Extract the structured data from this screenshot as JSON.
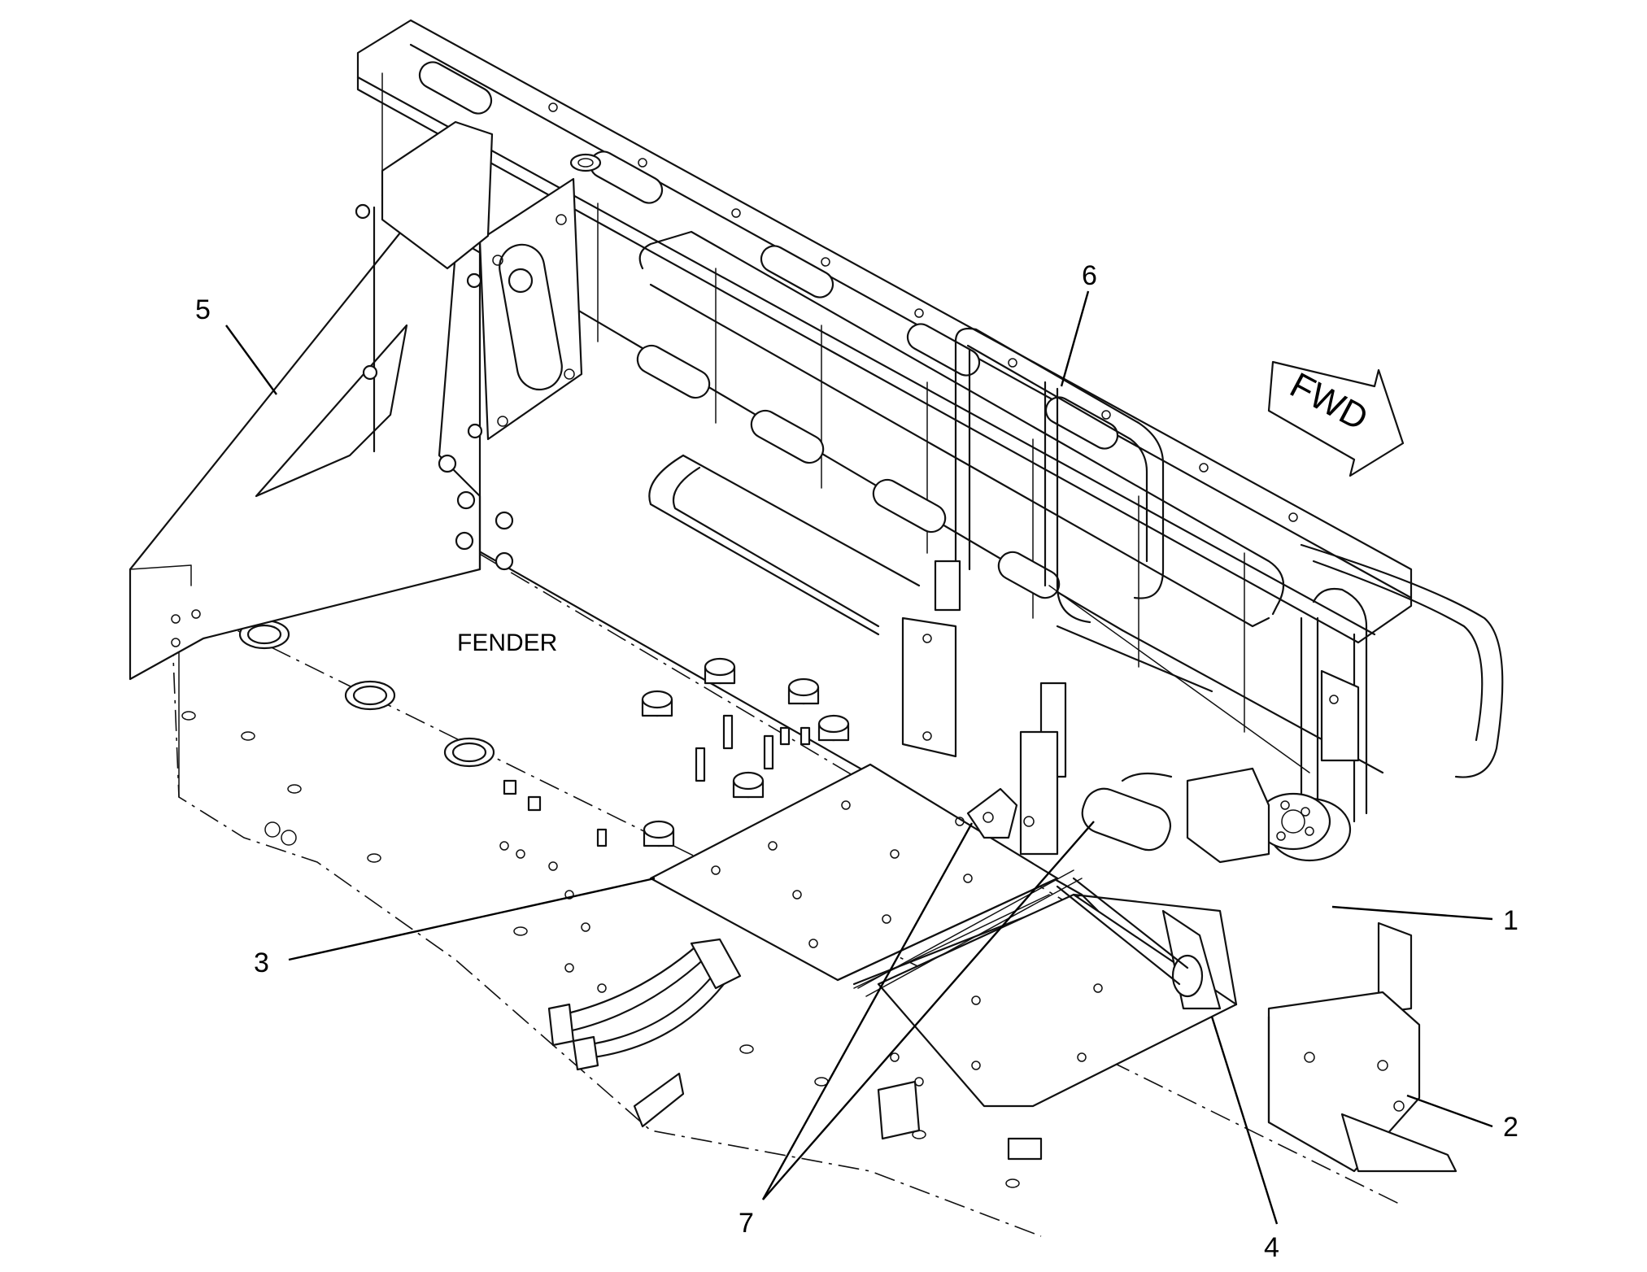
{
  "diagram": {
    "labels": {
      "fender": "FENDER",
      "direction": "FWD"
    },
    "callouts": [
      {
        "id": "1",
        "text": "1"
      },
      {
        "id": "2",
        "text": "2"
      },
      {
        "id": "3",
        "text": "3"
      },
      {
        "id": "4",
        "text": "4"
      },
      {
        "id": "5",
        "text": "5"
      },
      {
        "id": "6",
        "text": "6"
      },
      {
        "id": "7",
        "text": "7"
      }
    ]
  }
}
